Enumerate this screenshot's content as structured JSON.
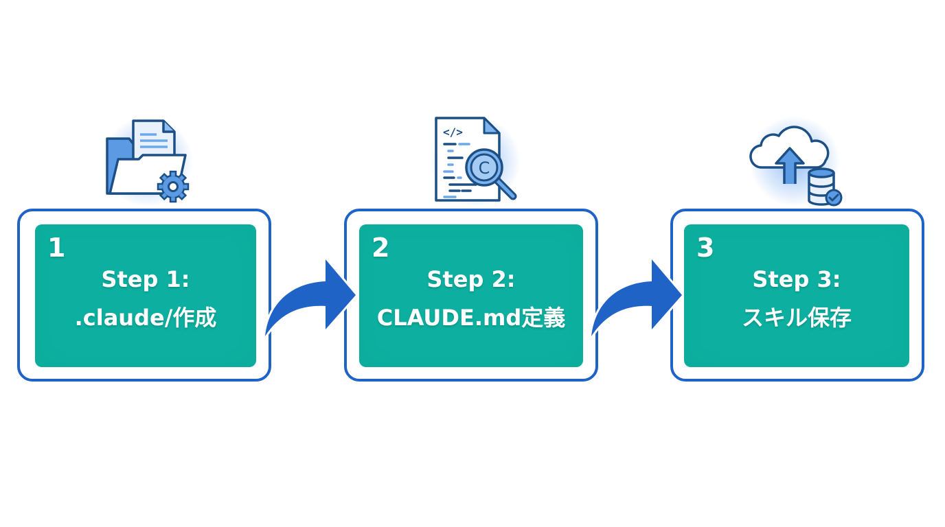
{
  "colors": {
    "frame_border": "#1f63c6",
    "card_fill": "#0db0a0",
    "arrow": "#1f63c6",
    "icon_stroke": "#1b4f86",
    "icon_fill_light": "#6aa8ea",
    "text": "#ffffff"
  },
  "steps": [
    {
      "number": "1",
      "title_line1": "Step 1:",
      "title_line2": ".claude/作成",
      "icon": "folder-gear-icon"
    },
    {
      "number": "2",
      "title_line1": "Step 2:",
      "title_line2": "CLAUDE.md定義",
      "icon": "code-document-search-icon"
    },
    {
      "number": "3",
      "title_line1": "Step 3:",
      "title_line2": "スキル保存",
      "icon": "cloud-upload-database-icon"
    }
  ],
  "arrows": [
    {
      "from": "1",
      "to": "2",
      "icon": "curved-arrow-right-icon"
    },
    {
      "from": "2",
      "to": "3",
      "icon": "curved-arrow-right-icon"
    }
  ]
}
